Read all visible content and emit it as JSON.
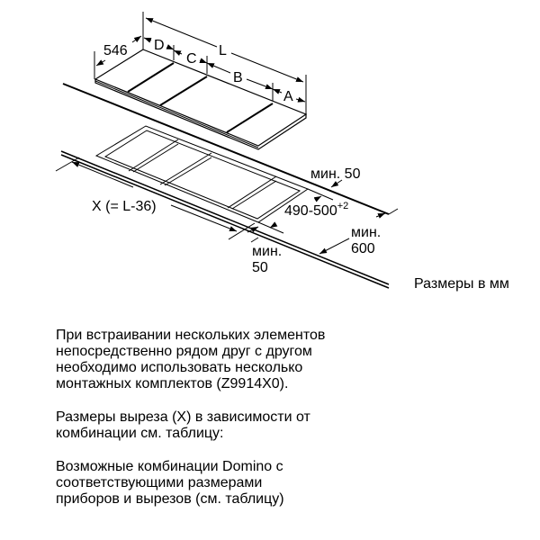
{
  "diagram": {
    "labels": {
      "depth_546": "546",
      "length_L": "L",
      "segment_D": "D",
      "segment_C": "C",
      "segment_B": "B",
      "segment_A": "A",
      "min_back_50": "мин. 50",
      "cutout_depth": "490-500",
      "cutout_depth_tolerance": "+2",
      "cutout_width": "X (= L-36)",
      "min_600_line1": "мин.",
      "min_600_line2": "600",
      "min_front_line1": "мин.",
      "min_front_line2": "50"
    },
    "units_note": "Размеры в мм"
  },
  "notes": [
    {
      "lines": [
        "При встраивании нескольких элементов",
        "непосредственно рядом друг с другом",
        "необходимо использовать несколько",
        "монтажных комплектов (Z9914X0)."
      ]
    },
    {
      "lines": [
        "Размеры выреза (X) в зависимости от",
        "комбинации см. таблицу:"
      ]
    },
    {
      "lines": [
        "Возможные комбинации Domino с",
        "соответствующими размерами",
        "приборов и вырезов (см. таблицу)"
      ]
    }
  ]
}
